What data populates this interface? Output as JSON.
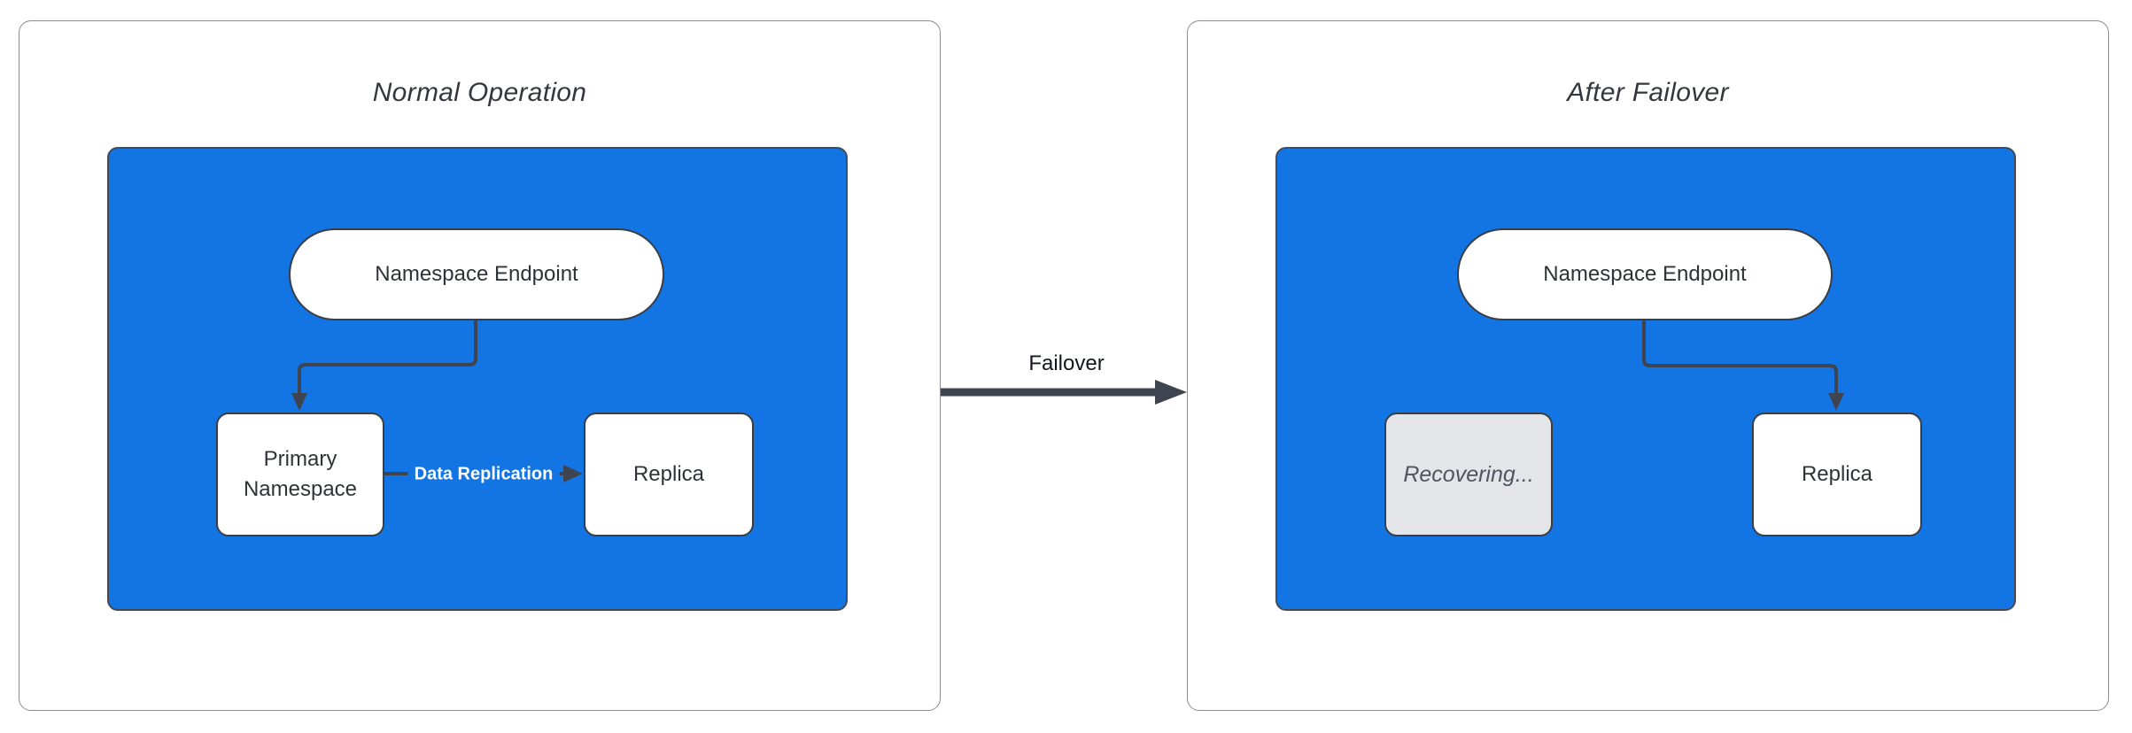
{
  "colors": {
    "blue": "#1375E3",
    "slate": "#3E4450",
    "panel_border": "#8C8C8C",
    "node_border": "#383D46",
    "gray_fill": "#E3E5E8",
    "gray_text": "#4D5560",
    "ink": "#2F3338",
    "title_ink": "#34383E",
    "white": "#FFFFFF"
  },
  "panels": [
    {
      "title": "Normal Operation",
      "nodes": {
        "endpoint": "Namespace Endpoint",
        "primary": "Primary Namespace",
        "replica": "Replica"
      },
      "edges": {
        "replication": "Data Replication"
      }
    },
    {
      "title": "After Failover",
      "nodes": {
        "endpoint": "Namespace Endpoint",
        "recovering": "Recovering...",
        "replica": "Replica"
      }
    }
  ],
  "transition": {
    "label": "Failover"
  }
}
